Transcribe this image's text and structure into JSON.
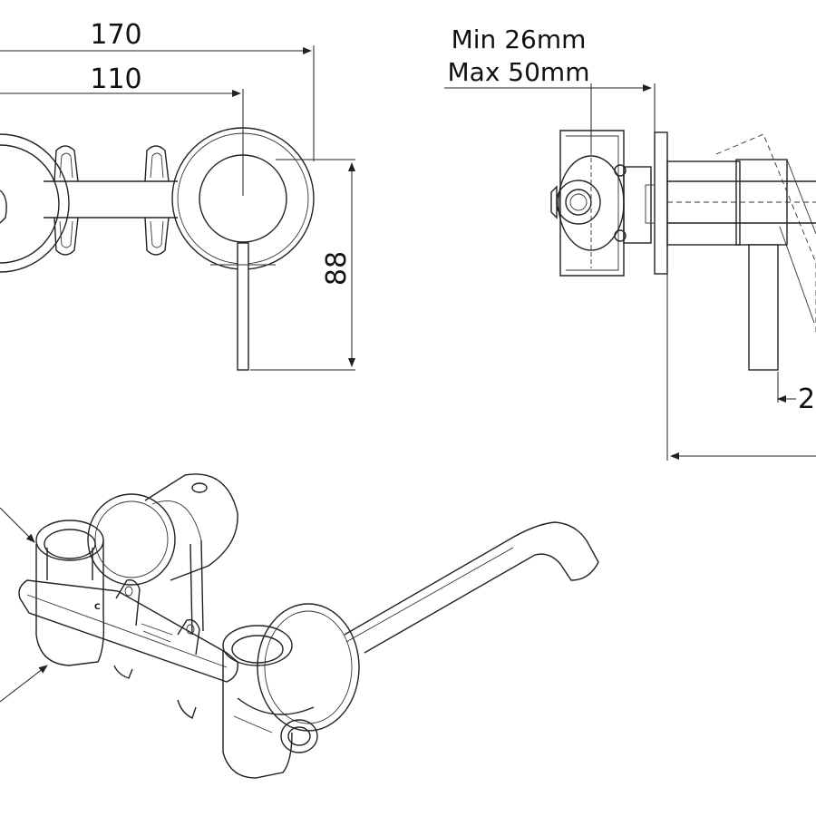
{
  "dimensions": {
    "overall_width": "170",
    "center_to_handle": "110",
    "height": "88",
    "wall_range_min": "Min 26mm",
    "wall_range_max": "Max 50mm",
    "side_partial": "2"
  },
  "views": [
    "front-view",
    "side-view",
    "isometric-view"
  ],
  "colors": {
    "line": "#222222",
    "background": "#ffffff"
  }
}
